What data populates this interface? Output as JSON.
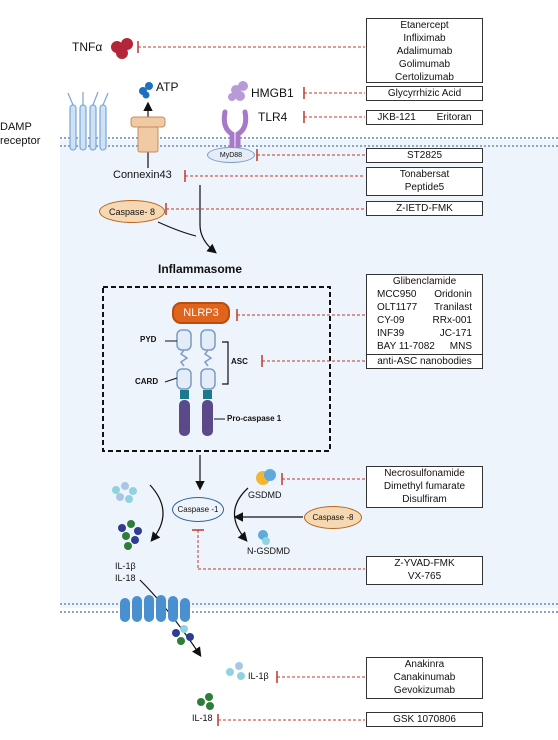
{
  "membrane": {
    "damp_receptor": "DAMP\nreceptor"
  },
  "outside": {
    "tnfa": "TNFα",
    "atp": "ATP",
    "hmgb1": "HMGB1",
    "tlr4": "TLR4",
    "il1b_out": "IL-1β",
    "il18_out": "IL-18"
  },
  "inside": {
    "myd88": "MyD88",
    "connexin43": "Connexin43",
    "caspase8_top": "Caspase- 8",
    "inflammasome": "Inflammasome",
    "nlrp3": "NLRP3",
    "pyd": "PYD",
    "card": "CARD",
    "asc": "ASC",
    "procaspase1": "Pro-caspase 1",
    "caspase1": "Caspase -1",
    "gsdmd": "GSDMD",
    "caspase8_bottom": "Caspase -8",
    "ngsdmd": "N-GSDMD",
    "il1b_in": "IL-1β",
    "il18_in": "IL-18"
  },
  "drugs": {
    "tnf": [
      "Etanercept",
      "Infliximab",
      "Adalimumab",
      "Golimumab",
      "Certolizumab"
    ],
    "hmgb1": "Glycyrrhizic Acid",
    "tlr4": [
      "JKB-121",
      "Eritoran"
    ],
    "myd88": "ST2825",
    "connexin": [
      "Tonabersat",
      "Peptide5"
    ],
    "caspase8": "Z-IETD-FMK",
    "nlrp3": {
      "title": "Glibenclamide",
      "rows": [
        [
          "MCC950",
          "Oridonin"
        ],
        [
          "OLT1177",
          "Tranilast"
        ],
        [
          "CY-09",
          "RRx-001"
        ],
        [
          "INF39",
          "JC-171"
        ],
        [
          "BAY 11-7082",
          "MNS"
        ]
      ]
    },
    "asc": "anti-ASC nanobodies",
    "gsdmd": [
      "Necrosulfonamide",
      "Dimethyl fumarate",
      "Disulfiram"
    ],
    "caspase1": [
      "Z-YVAD-FMK",
      "VX-765"
    ],
    "il1b": [
      "Anakinra",
      "Canakinumab",
      "Gevokizumab"
    ],
    "il18": "GSK 1070806"
  },
  "colors": {
    "inhibit": "#c0392b",
    "cell_bg": "#eef4fb",
    "membrane": "#8aa6c4",
    "nlrp3": "#e0641b",
    "caspase_oval": "#f6d9b3",
    "procaspase": "#5b4a8a"
  }
}
